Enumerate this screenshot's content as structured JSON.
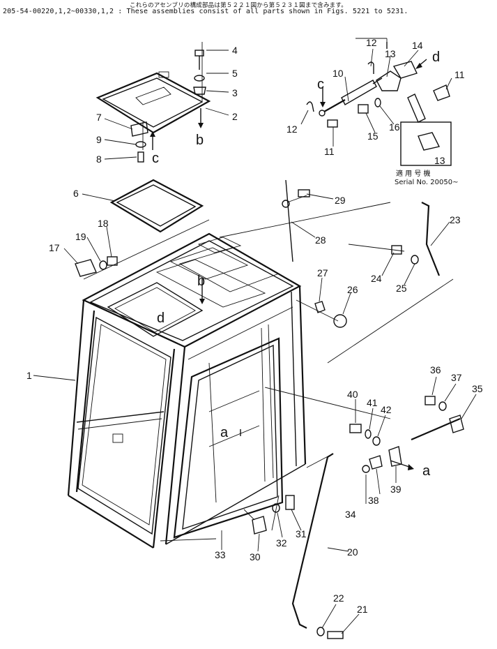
{
  "header": {
    "jp": "これらのアセンブリの構成部品は第５２２１図から第５２３１図まで含みます。",
    "en": "205-54-00220,1,2~00330,1,2 : These assemblies consist of all parts shown in Figs. 5221 to 5231."
  },
  "parts": [
    "1",
    "2",
    "3",
    "4",
    "5",
    "6",
    "7",
    "8",
    "9",
    "10",
    "11",
    "12",
    "13",
    "14",
    "15",
    "16",
    "17",
    "18",
    "19",
    "20",
    "21",
    "22",
    "23",
    "24",
    "25",
    "26",
    "27",
    "28",
    "29",
    "30",
    "31",
    "32",
    "33",
    "34",
    "35",
    "36",
    "37",
    "38",
    "39",
    "40",
    "41",
    "42"
  ],
  "refs": {
    "a": "a",
    "b": "b",
    "c": "c",
    "d": "d"
  },
  "inset": {
    "label_jp": "適 用 号 機",
    "label_en": "Serial No. 20050~",
    "part": "13"
  }
}
